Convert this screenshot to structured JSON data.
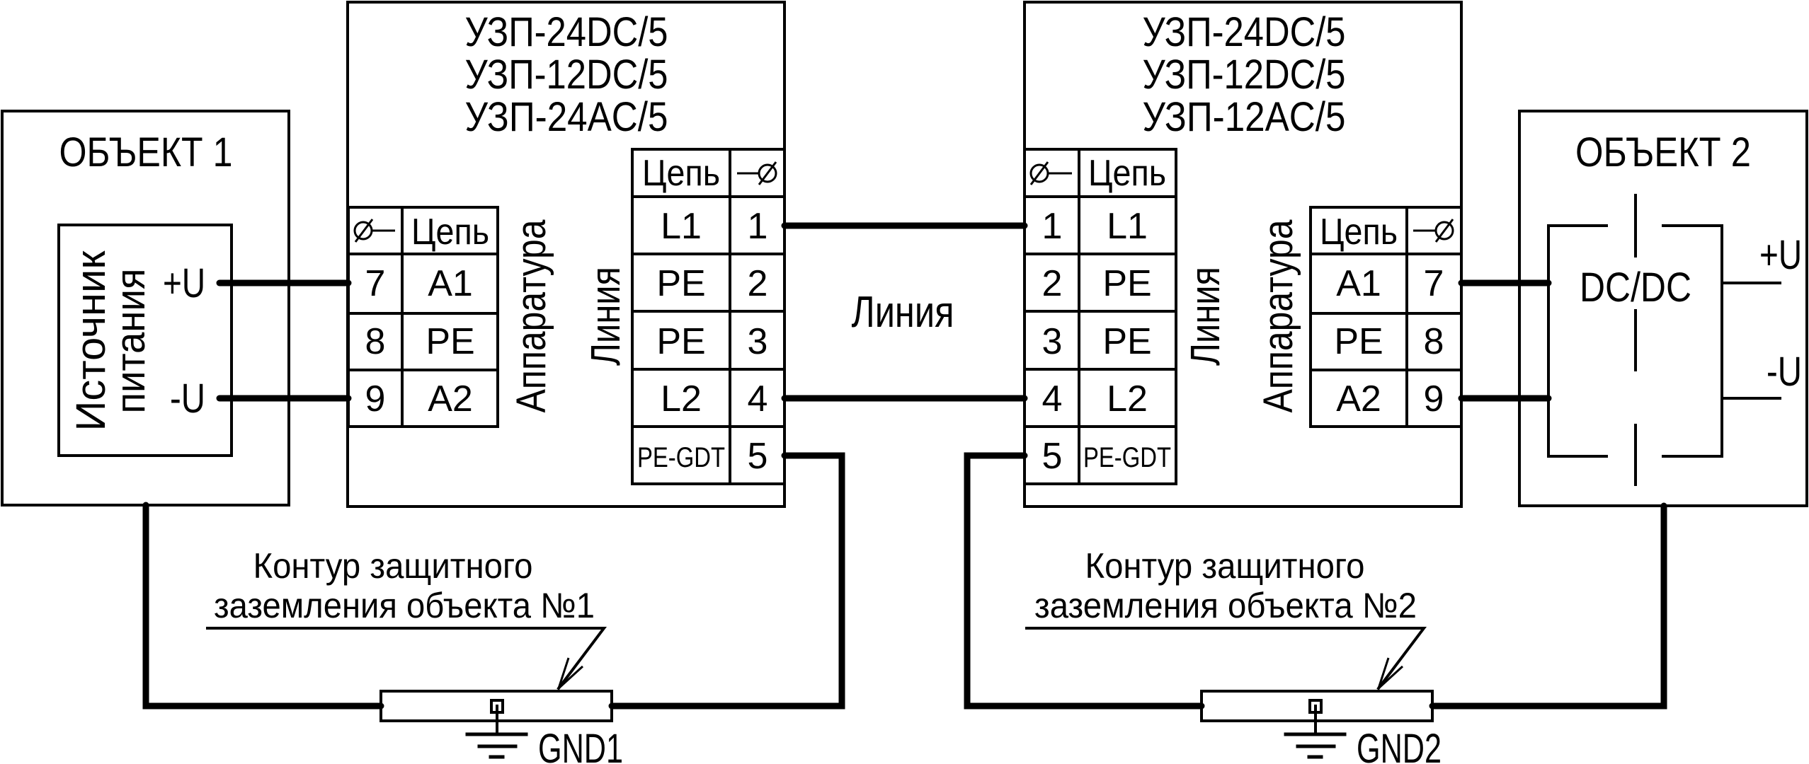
{
  "diagram": {
    "object1": {
      "title": "ОБЪЕКТ 1",
      "psu": {
        "label_line1": "Источник",
        "label_line2": "питания",
        "plus": "+U",
        "minus": "-U"
      }
    },
    "object2": {
      "title": "ОБЪЕКТ 2",
      "converter": "DC/DC",
      "plus": "+U",
      "minus": "-U"
    },
    "device1": {
      "models": [
        "УЗП-24DC/5",
        "УЗП-12DC/5",
        "УЗП-24AC/5"
      ],
      "side_label_equipment": "Аппаратура",
      "side_label_line": "Линия",
      "equipment_table": {
        "headers": [
          "⌀—",
          "Цепь"
        ],
        "rows": [
          [
            "7",
            "A1"
          ],
          [
            "8",
            "PE"
          ],
          [
            "9",
            "A2"
          ]
        ]
      },
      "line_table": {
        "headers": [
          "Цепь",
          "—⌀"
        ],
        "rows": [
          [
            "L1",
            "1"
          ],
          [
            "PE",
            "2"
          ],
          [
            "PE",
            "3"
          ],
          [
            "L2",
            "4"
          ],
          [
            "PE-GDT",
            "5"
          ]
        ]
      }
    },
    "device2": {
      "models": [
        "УЗП-24DC/5",
        "УЗП-12DC/5",
        "УЗП-12AC/5"
      ],
      "side_label_equipment": "Аппаратура",
      "side_label_line": "Линия",
      "line_table": {
        "headers": [
          "⌀—",
          "Цепь"
        ],
        "rows": [
          [
            "1",
            "L1"
          ],
          [
            "2",
            "PE"
          ],
          [
            "3",
            "PE"
          ],
          [
            "4",
            "L2"
          ],
          [
            "5",
            "PE-GDT"
          ]
        ]
      },
      "equipment_table": {
        "headers": [
          "Цепь",
          "—⌀"
        ],
        "rows": [
          [
            "A1",
            "7"
          ],
          [
            "PE",
            "8"
          ],
          [
            "A2",
            "9"
          ]
        ]
      }
    },
    "line_label": "Линия",
    "ground1": {
      "caption_line1": "Контур защитного",
      "caption_line2": "заземления объекта №1",
      "label": "GND1"
    },
    "ground2": {
      "caption_line1": "Контур защитного",
      "caption_line2": "заземления объекта №2",
      "label": "GND2"
    }
  }
}
